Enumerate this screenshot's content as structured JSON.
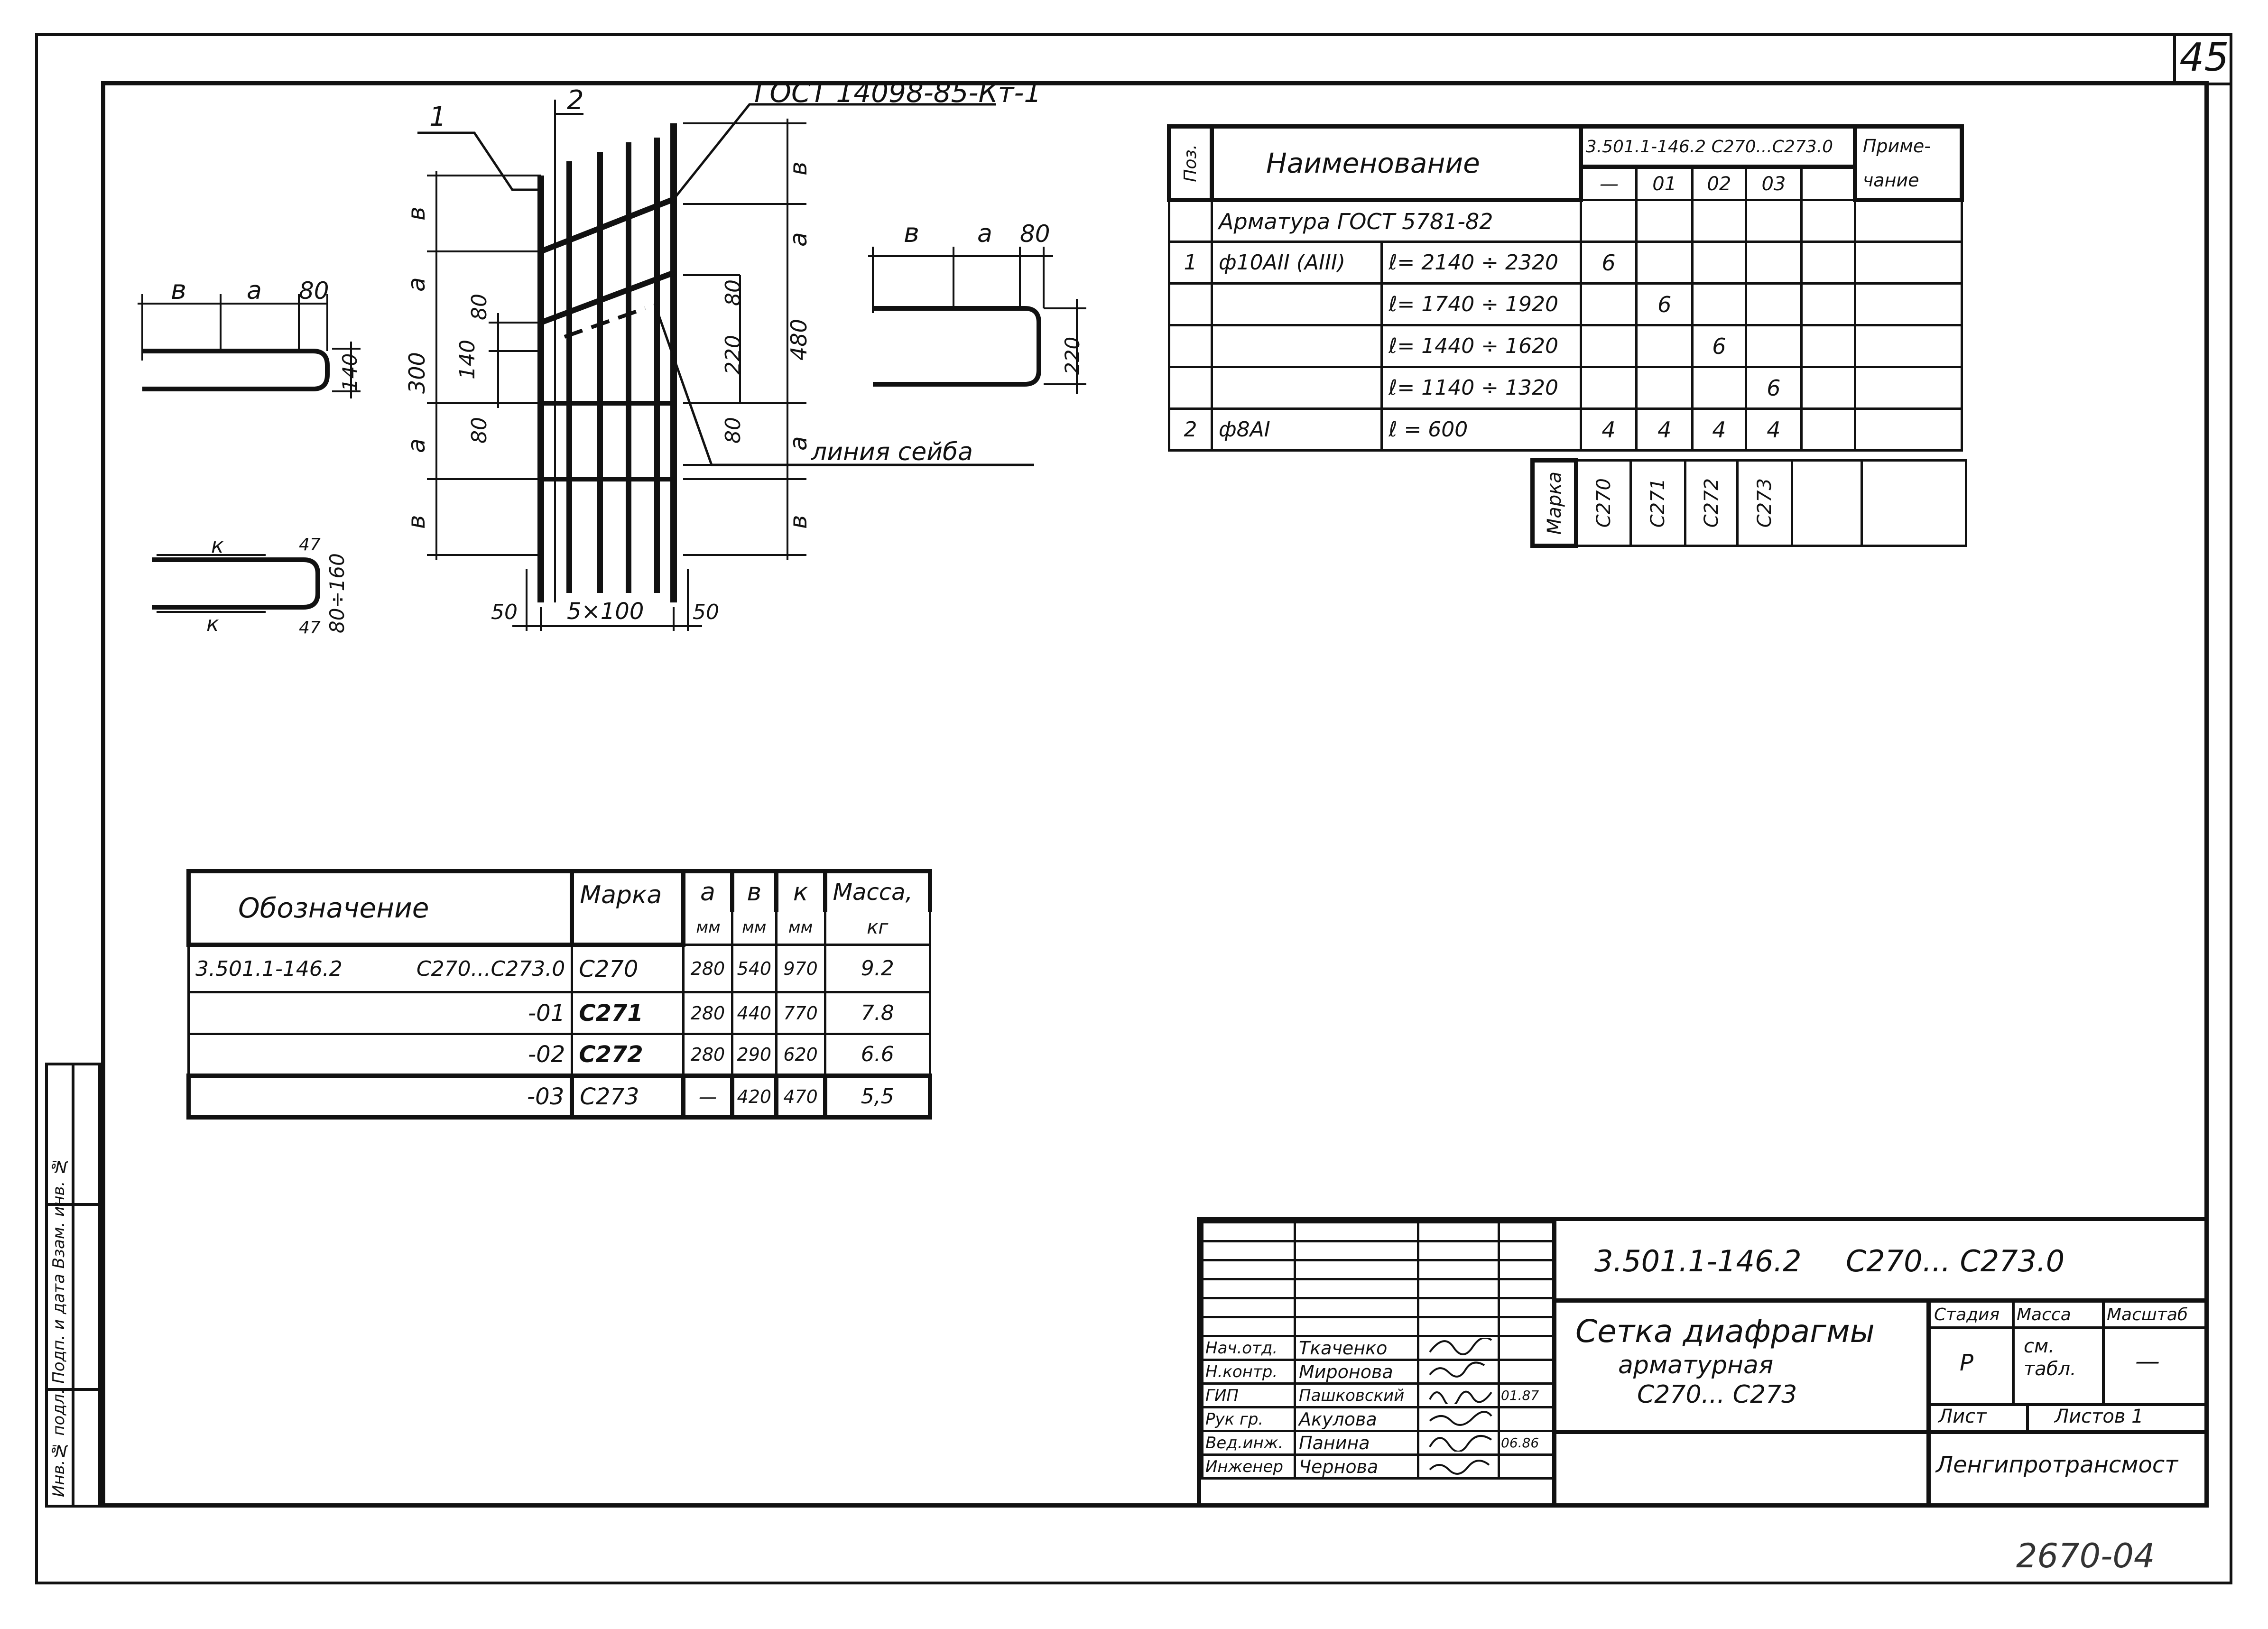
{
  "sheet": {
    "number": "45",
    "archive_number": "2670-04"
  },
  "drawing": {
    "gost_label": "ГОСТ 14098-85-Кт-1",
    "position_labels": [
      "1",
      "2"
    ],
    "weld_line_label": "линия сейба",
    "dims_left_vertical": [
      "в",
      "а",
      "300",
      "а",
      "в"
    ],
    "dims_inner_vertical": [
      "80",
      "140",
      "80"
    ],
    "dims_right_vertical": [
      "в",
      "а",
      "480",
      "а",
      "в"
    ],
    "dims_right_inner": [
      "80",
      "220",
      "80"
    ],
    "dims_bottom": [
      "50",
      "5×100",
      "50"
    ],
    "detail_left": {
      "b": "в",
      "a": "а",
      "e": "80",
      "h": "140"
    },
    "detail_right": {
      "b": "в",
      "a": "а",
      "e": "80",
      "h": "220"
    },
    "detail_k": {
      "k": "к",
      "r": "47",
      "h": "80÷160"
    }
  },
  "spec_table": {
    "headers": {
      "pos": "Поз.",
      "name": "Наименование",
      "doc": "3.501.1-146.2    С270...С273.0",
      "note": "Приме-\nчание",
      "variants": [
        "—",
        "01",
        "02",
        "03"
      ]
    },
    "rows": [
      {
        "pos": "",
        "name": "Арматура ГОСТ 5781-82",
        "length": "",
        "values": [
          "",
          "",
          "",
          ""
        ]
      },
      {
        "pos": "1",
        "name": "ф10АII (АIII)",
        "length": "ℓ= 2140 ÷ 2320",
        "values": [
          "6",
          "",
          "",
          ""
        ]
      },
      {
        "pos": "",
        "name": "",
        "length": "ℓ= 1740 ÷ 1920",
        "values": [
          "",
          "6",
          "",
          ""
        ]
      },
      {
        "pos": "",
        "name": "",
        "length": "ℓ= 1440 ÷ 1620",
        "values": [
          "",
          "",
          "6",
          ""
        ]
      },
      {
        "pos": "",
        "name": "",
        "length": "ℓ= 1140 ÷ 1320",
        "values": [
          "",
          "",
          "",
          "6"
        ]
      },
      {
        "pos": "2",
        "name": "ф8АI",
        "length": "ℓ = 600",
        "values": [
          "4",
          "4",
          "4",
          "4"
        ]
      }
    ],
    "marka_label": "Марка",
    "marks": [
      "С270",
      "С271",
      "С272",
      "С273"
    ]
  },
  "marks_table": {
    "headers": {
      "designation": "Обозначение",
      "mark": "Марка",
      "a": "а",
      "b": "в",
      "k": "к",
      "mass": "Масса,",
      "unit_mm": "мм",
      "unit_kg": "кг"
    },
    "rows": [
      {
        "designation": "3.501.1-146.2",
        "suffix": "С270...С273.0",
        "mark": "С270",
        "a": "280",
        "b": "540",
        "k": "970",
        "mass": "9.2"
      },
      {
        "designation": "",
        "suffix": "-01",
        "mark": "С271",
        "a": "280",
        "b": "440",
        "k": "770",
        "mass": "7.8"
      },
      {
        "designation": "",
        "suffix": "-02",
        "mark": "С272",
        "a": "280",
        "b": "290",
        "k": "620",
        "mass": "6.6"
      },
      {
        "designation": "",
        "suffix": "-03",
        "mark": "С273",
        "a": "—",
        "b": "420",
        "k": "470",
        "mass": "5,5"
      }
    ]
  },
  "title_block": {
    "code": "3.501.1-146.2",
    "marks_range": "С270... С273.0",
    "title_line1": "Сетка диафрагмы",
    "title_line2": "арматурная",
    "title_line3": "С270... С273",
    "stage_label": "Стадия",
    "mass_label": "Масса",
    "scale_label": "Масштаб",
    "stage": "Р",
    "mass": "см. табл.",
    "scale": "—",
    "sheet_label": "Лист",
    "sheets_label": "Листов 1",
    "organization": "Ленгипротрансмост",
    "signers": [
      {
        "role": "Нач.отд.",
        "name": "Ткаченко",
        "date": ""
      },
      {
        "role": "Н.контр.",
        "name": "Миронова",
        "date": ""
      },
      {
        "role": "ГИП",
        "name": "Пашковский",
        "date": "01.87"
      },
      {
        "role": "Рук гр.",
        "name": "Акулова",
        "date": ""
      },
      {
        "role": "Вед.инж.",
        "name": "Панина",
        "date": "06.86"
      },
      {
        "role": "Инженер",
        "name": "Чернова",
        "date": ""
      }
    ]
  },
  "side_stamp": {
    "text": "Инв.№ подл.  Подп. и дата  Взам. инв. №"
  }
}
